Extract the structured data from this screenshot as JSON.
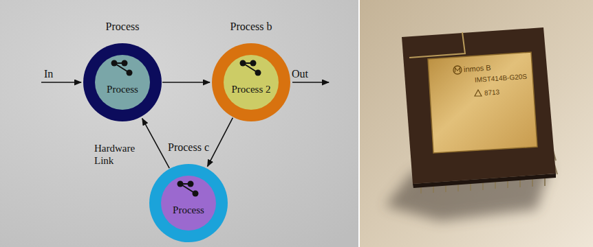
{
  "diagram": {
    "nodes": [
      {
        "text": [
          "Process",
          "Process"
        ]
      },
      {
        "text": [
          "Process b",
          "Process 2"
        ]
      },
      {
        "text": [
          "Process c",
          "Process"
        ]
      }
    ],
    "edges": [
      {
        "from": 0,
        "to": 1,
        "arrow": "to"
      },
      {
        "from": 1,
        "to": 2,
        "arrow": "to"
      },
      {
        "from": 2,
        "to": 0,
        "label": "Hardware Link",
        "arrow": "to"
      }
    ],
    "labels": [
      "In",
      "Out",
      "inmos B",
      "IMST414B-G20S",
      "8713"
    ]
  }
}
